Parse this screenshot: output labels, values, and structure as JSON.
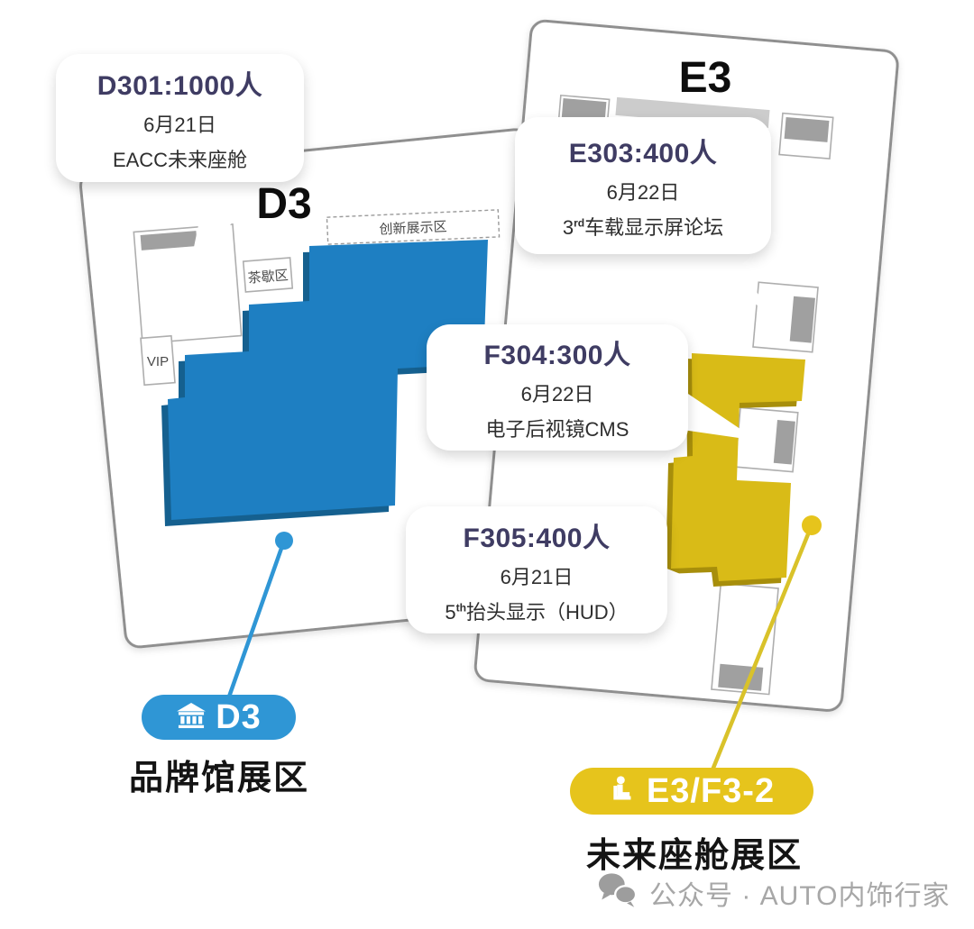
{
  "map": {
    "hall_d3_label": "D3",
    "hall_e3_label": "E3",
    "innovation_area_label": "创新展示区",
    "tea_break_label": "茶歇区",
    "vip_label": "VIP"
  },
  "callouts": {
    "d301": {
      "title": "D301:1000人",
      "date": "6月21日",
      "event": "EACC未来座舱"
    },
    "e303": {
      "title": "E303:400人",
      "date": "6月22日",
      "event_num": "3",
      "event_sup": "rd",
      "event_rest": "车载显示屏论坛"
    },
    "f304": {
      "title": "F304:300人",
      "date": "6月22日",
      "event": "电子后视镜CMS"
    },
    "f305": {
      "title": "F305:400人",
      "date": "6月21日",
      "event_num": "5",
      "event_sup": "th",
      "event_rest": "抬头显示（HUD）"
    }
  },
  "legend": {
    "d3": {
      "badge": "D3",
      "zone": "品牌馆展区"
    },
    "e3f32": {
      "badge": "E3/F3-2",
      "zone": "未来座舱展区"
    }
  },
  "watermark": {
    "text": "公众号 · AUTO内饰行家"
  },
  "colors": {
    "blue_zone": "#1e7fc2",
    "blue_zone_dark": "#15608f",
    "blue_accent": "#2f96d5",
    "yellow_zone": "#d9bb17",
    "yellow_zone_dark": "#a78e0b",
    "yellow_accent": "#e6c41c",
    "yellow_line": "#d9c22a",
    "callout_title": "#3f3c63"
  }
}
